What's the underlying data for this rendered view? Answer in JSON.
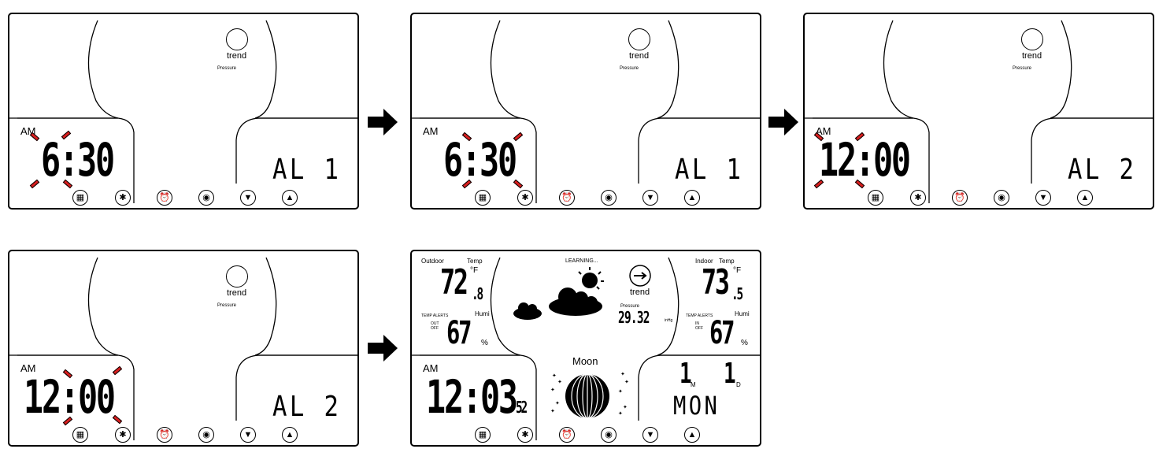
{
  "panels": [
    {
      "ampm": "AM",
      "time": "6:30",
      "alarm": "AL 1",
      "trend": "trend",
      "pressure": "Pressure"
    },
    {
      "ampm": "AM",
      "time": "6:30",
      "alarm": "AL 1",
      "trend": "trend",
      "pressure": "Pressure"
    },
    {
      "ampm": "AM",
      "time": "12:00",
      "alarm": "AL 2",
      "trend": "trend",
      "pressure": "Pressure"
    },
    {
      "ampm": "AM",
      "time": "12:00",
      "alarm": "AL 2",
      "trend": "trend",
      "pressure": "Pressure"
    }
  ],
  "final": {
    "outdoor_label": "Outdoor",
    "temp_label": "Temp",
    "outdoor_temp": "72",
    "outdoor_temp_dec": ".8",
    "temp_unit": "°F",
    "humi_label": "Humi",
    "outdoor_humi": "67",
    "percent": "%",
    "learning": "LEARNING...",
    "trend": "trend",
    "pressure_label": "Pressure",
    "pressure_value": "29.32",
    "pressure_unit": "inHg",
    "indoor_label": "Indoor",
    "indoor_temp": "73",
    "indoor_temp_dec": ".5",
    "indoor_humi": "67",
    "temp_alerts": "TEMP ALERTS",
    "out_label": "OUT",
    "in_label": "IN",
    "off_label": "OFF",
    "ampm": "AM",
    "time": "12:03",
    "seconds": "52",
    "moon_label": "Moon",
    "month": "1",
    "month_suffix": "M",
    "day": "1",
    "day_suffix": "D",
    "weekday": "MON"
  },
  "buttons": [
    {
      "name": "menu",
      "icon": "grid-icon",
      "glyph": "▦"
    },
    {
      "name": "settings",
      "icon": "gear-icon",
      "glyph": "✱"
    },
    {
      "name": "alarm",
      "icon": "alarm-clock-icon",
      "glyph": "⏰"
    },
    {
      "name": "wireless",
      "icon": "signal-icon",
      "glyph": "◉"
    },
    {
      "name": "down",
      "icon": "down-arrow-icon",
      "glyph": "▼"
    },
    {
      "name": "up",
      "icon": "up-arrow-icon",
      "glyph": "▲"
    }
  ],
  "colors": {
    "highlight": "#d81e1e",
    "ink": "#000000",
    "background": "#ffffff"
  }
}
